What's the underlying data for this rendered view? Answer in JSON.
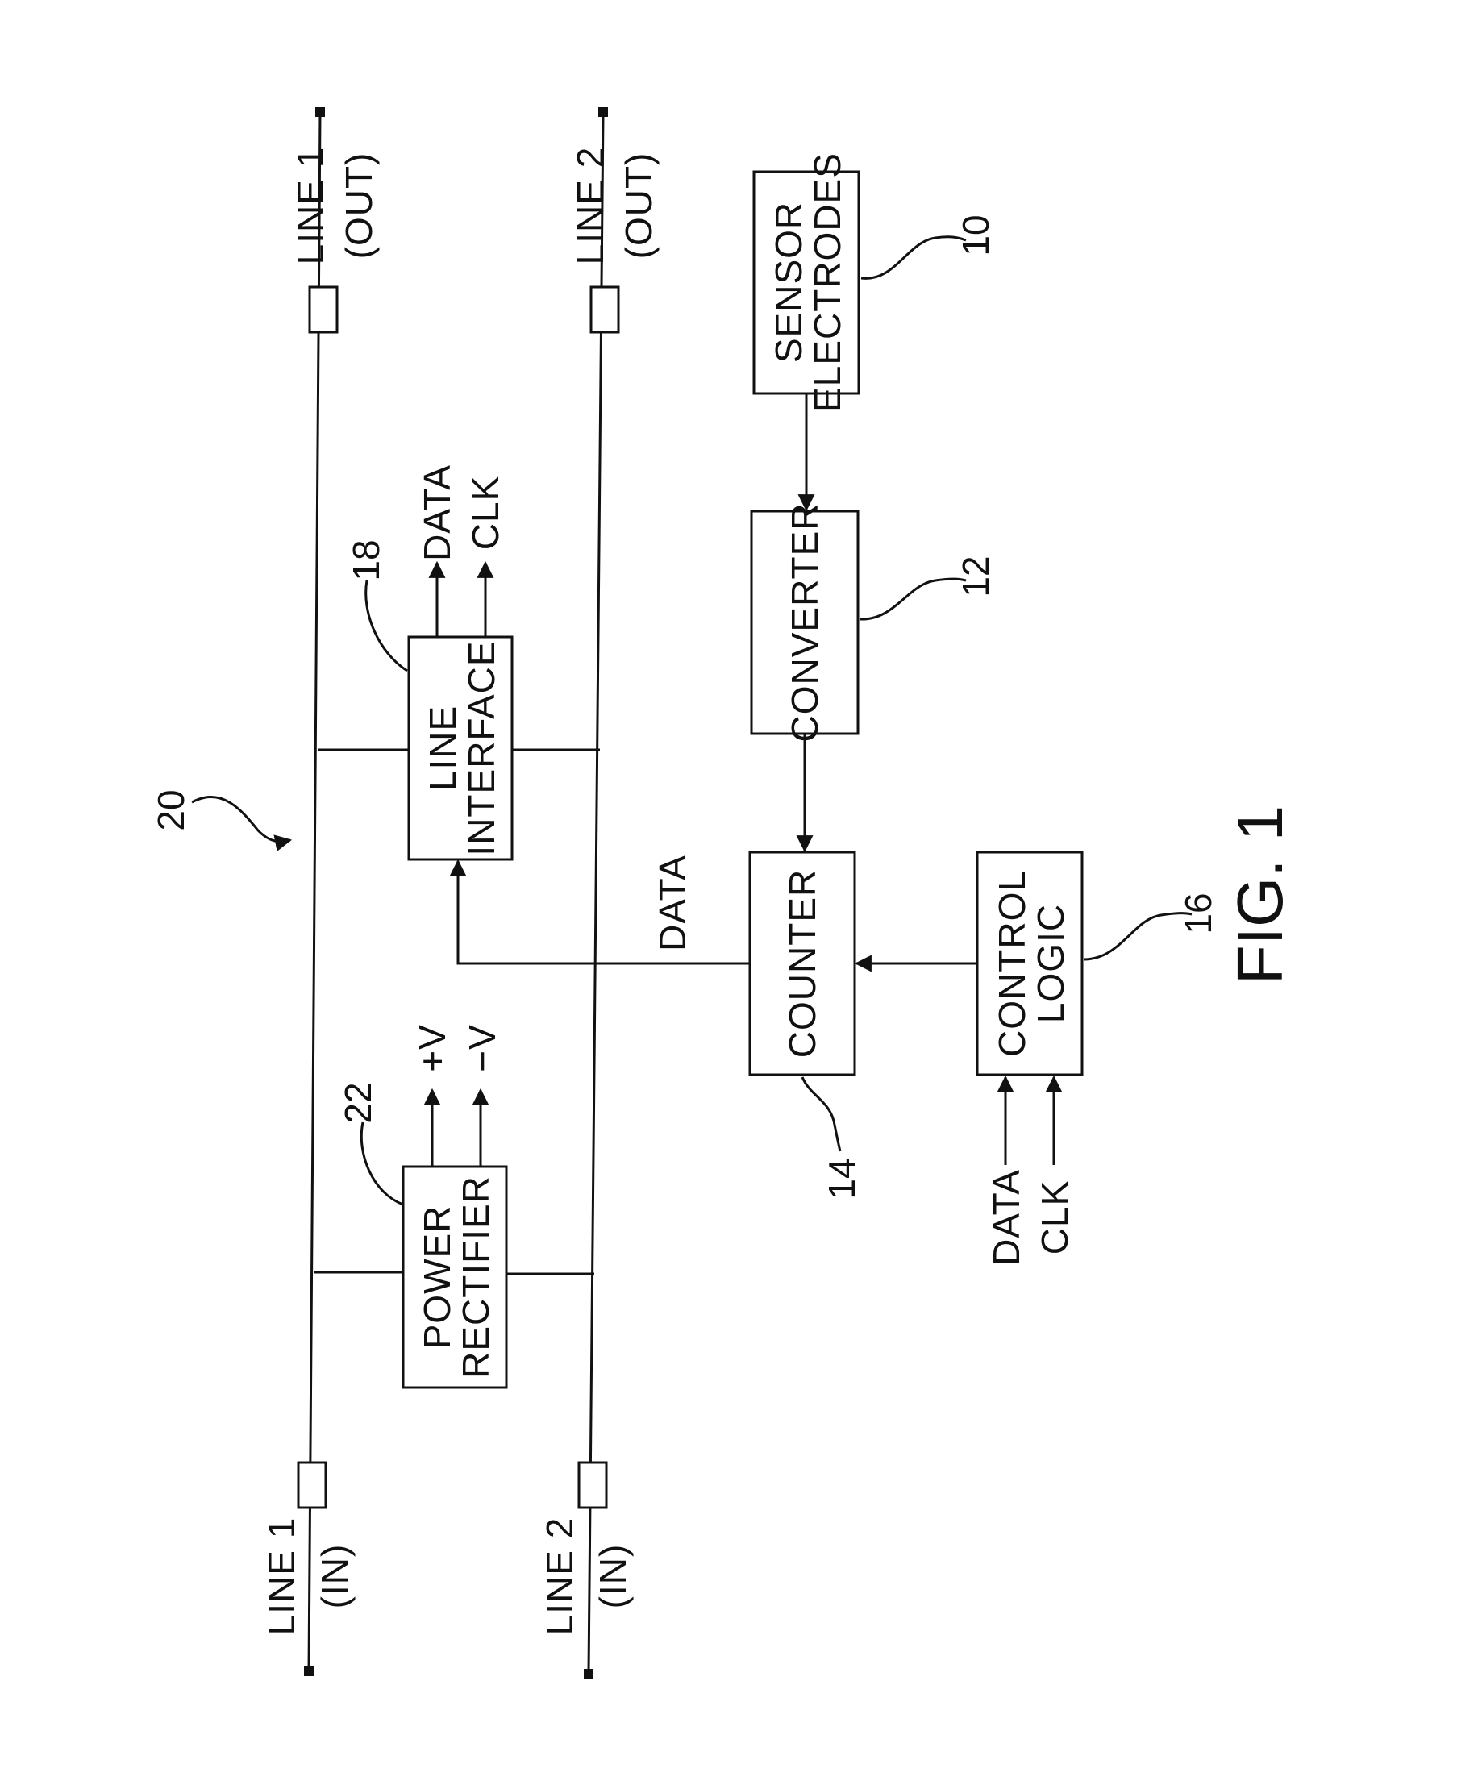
{
  "figure_label": "FIG. 1",
  "reference_numerals": {
    "overall": "20",
    "sensor": "10",
    "converter": "12",
    "counter": "14",
    "control": "16",
    "line_interface": "18",
    "power_rectifier": "22"
  },
  "blocks": {
    "sensor_electrodes": [
      "SENSOR",
      "ELECTRODES"
    ],
    "converter": [
      "CONVERTER"
    ],
    "counter": [
      "COUNTER"
    ],
    "control_logic": [
      "CONTROL",
      "LOGIC"
    ],
    "line_interface": [
      "LINE",
      "INTERFACE"
    ],
    "power_rectifier": [
      "POWER",
      "RECTIFIER"
    ]
  },
  "lines": {
    "line1_out": [
      "LINE 1",
      "(OUT)"
    ],
    "line2_out": [
      "LINE 2",
      "(OUT)"
    ],
    "line1_in": [
      "LINE 1",
      "(IN)"
    ],
    "line2_in": [
      "LINE 2",
      "(IN)"
    ]
  },
  "signals": {
    "li_data": "DATA",
    "li_clk": "CLK",
    "plus_v": "+V",
    "minus_v": "−V",
    "bus_data": "DATA",
    "cl_data": "DATA",
    "cl_clk": "CLK"
  }
}
